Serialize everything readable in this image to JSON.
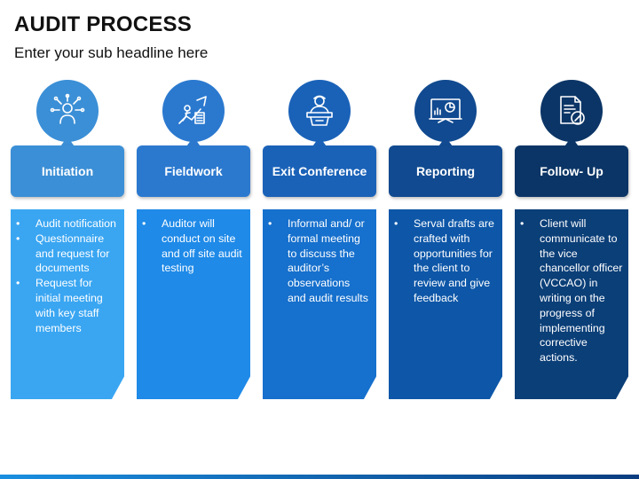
{
  "title": "AUDIT PROCESS",
  "subtitle": "Enter your sub headline here",
  "steps": [
    {
      "label": "Initiation",
      "icon": "team-network-icon",
      "color": "#3b8fd6",
      "body_color": "#3aa6f2",
      "bullets": [
        "Audit notification",
        "Questionnaire and request for documents",
        "Request for initial meeting with key staff members"
      ]
    },
    {
      "label": "Fieldwork",
      "icon": "climbing-growth-icon",
      "color": "#2b79cf",
      "body_color": "#1f8ae8",
      "bullets": [
        "Auditor will conduct on site and off site audit testing"
      ]
    },
    {
      "label": "Exit Conference",
      "icon": "presenter-podium-icon",
      "color": "#1a62b8",
      "body_color": "#1670cd",
      "bullets": [
        "Informal and/ or formal meeting to discuss the auditor’s observations and audit results"
      ]
    },
    {
      "label": "Reporting",
      "icon": "report-board-icon",
      "color": "#114a90",
      "body_color": "#0e57a8",
      "bullets": [
        "Serval drafts are crafted with opportunities for the client to review and give feedback"
      ]
    },
    {
      "label": "Follow- Up",
      "icon": "document-edit-icon",
      "color": "#0b3566",
      "body_color": "#0b3f78",
      "bullets": [
        "Client will communicate to the vice chancellor officer (VCCAO) in writing on the progress of implementing corrective actions."
      ]
    }
  ]
}
